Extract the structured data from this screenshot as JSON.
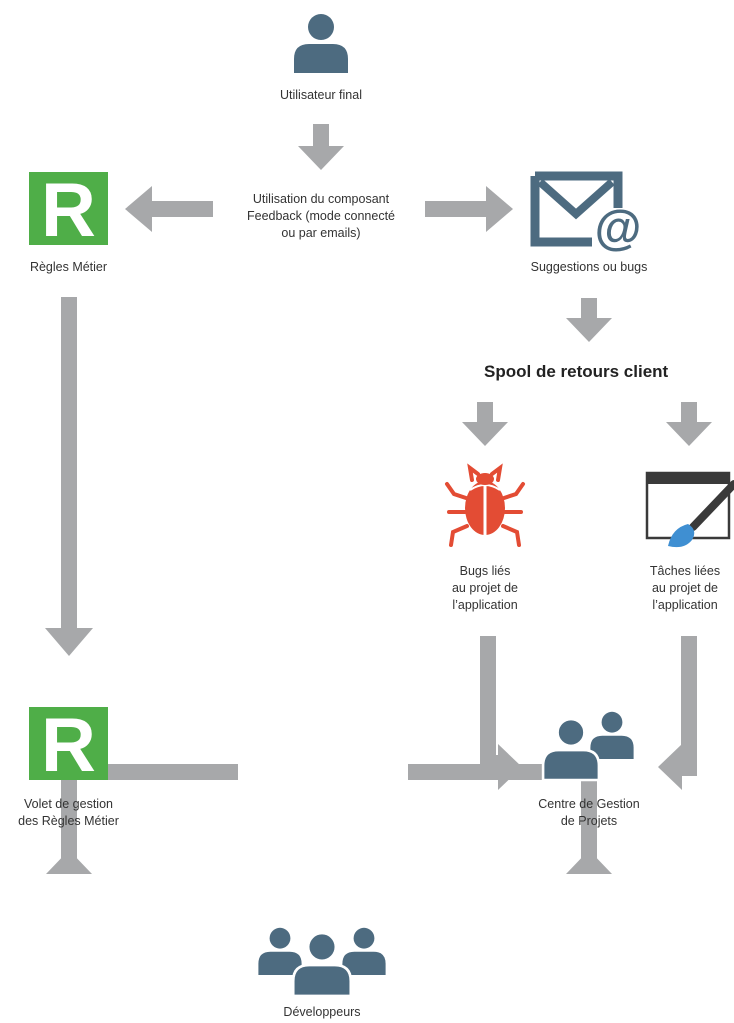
{
  "nodes": {
    "end_user": "Utilisateur final",
    "feedback_usage": [
      "Utilisation du composant",
      "Feedback (mode connecté",
      "ou par emails)"
    ],
    "business_rules": "Règles Métier",
    "suggestions": "Suggestions ou bugs",
    "spool": "Spool de retours client",
    "bugs": [
      "Bugs liés",
      "au projet de",
      "l’application"
    ],
    "tasks": [
      "Tâches liées",
      "au projet de",
      "l’application"
    ],
    "rules_panel": [
      "Volet de gestion",
      "des Règles Métier"
    ],
    "project_center": [
      "Centre de Gestion",
      "de Projets"
    ],
    "developers": "Développeurs"
  },
  "icons": {
    "rule_badge_letter": "R",
    "mail_at": "@"
  },
  "colors": {
    "arrow": "#a7a8aa",
    "person": "#4d6b80",
    "rule_badge": "#4fae48",
    "bug": "#e34c34",
    "text": "#333333"
  }
}
